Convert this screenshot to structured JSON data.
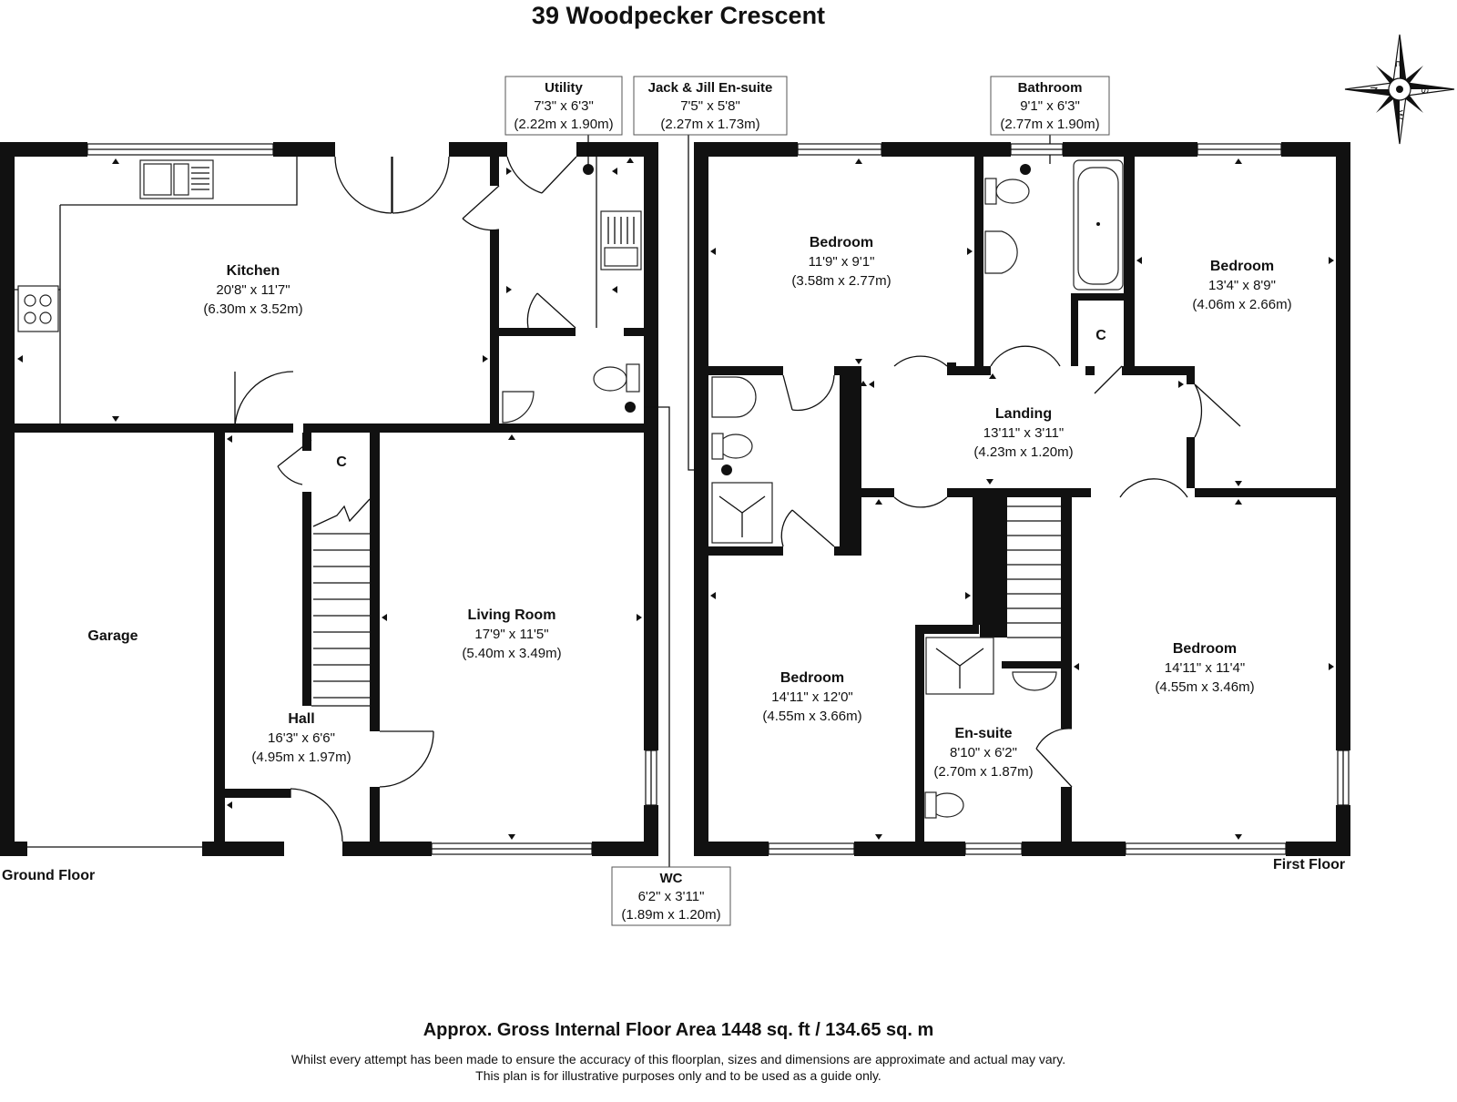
{
  "title": "39 Woodpecker Crescent",
  "floors": {
    "ground": "Ground Floor",
    "first": "First Floor"
  },
  "rooms": {
    "kitchen": {
      "name": "Kitchen",
      "imperial": "20'8\" x 11'7\"",
      "metric": "(6.30m x 3.52m)"
    },
    "garage": {
      "name": "Garage"
    },
    "hall": {
      "name": "Hall",
      "imperial": "16'3\" x 6'6\"",
      "metric": "(4.95m x 1.97m)"
    },
    "living_room": {
      "name": "Living Room",
      "imperial": "17'9\" x 11'5\"",
      "metric": "(5.40m x 3.49m)"
    },
    "hall_cupboard": {
      "name": "C"
    },
    "bedroom_1": {
      "name": "Bedroom",
      "imperial": "11'9\" x 9'1\"",
      "metric": "(3.58m x 2.77m)"
    },
    "bedroom_2": {
      "name": "Bedroom",
      "imperial": "13'4\" x 8'9\"",
      "metric": "(4.06m x 2.66m)"
    },
    "landing": {
      "name": "Landing",
      "imperial": "13'11\" x 3'11\"",
      "metric": "(4.23m x 1.20m)"
    },
    "landing_cupboard": {
      "name": "C"
    },
    "bedroom_3": {
      "name": "Bedroom",
      "imperial": "14'11\" x 12'0\"",
      "metric": "(4.55m x 3.66m)"
    },
    "bedroom_4": {
      "name": "Bedroom",
      "imperial": "14'11\" x 11'4\"",
      "metric": "(4.55m x 3.46m)"
    },
    "en_suite": {
      "name": "En-suite",
      "imperial": "8'10\" x 6'2\"",
      "metric": "(2.70m x 1.87m)"
    }
  },
  "callouts": {
    "utility": {
      "name": "Utility",
      "imperial": "7'3\" x 6'3\"",
      "metric": "(2.22m x 1.90m)"
    },
    "jack_jill": {
      "name": "Jack & Jill En-suite",
      "imperial": "7'5\" x 5'8\"",
      "metric": "(2.27m x 1.73m)"
    },
    "bathroom": {
      "name": "Bathroom",
      "imperial": "9'1\" x 6'3\"",
      "metric": "(2.77m x 1.90m)"
    },
    "wc": {
      "name": "WC",
      "imperial": "6'2\" x 3'11\"",
      "metric": "(1.89m x 1.20m)"
    }
  },
  "compass": {
    "n": "N",
    "e": "E",
    "s": "S",
    "w": "W"
  },
  "footer": {
    "area": "Approx. Gross Internal Floor Area 1448 sq. ft / 134.65 sq. m",
    "disclaimer_1": "Whilst every attempt has been made to ensure the accuracy of this floorplan, sizes and dimensions are approximate and actual may vary.",
    "disclaimer_2": "This plan is for illustrative purposes only and to be used as a guide only."
  }
}
